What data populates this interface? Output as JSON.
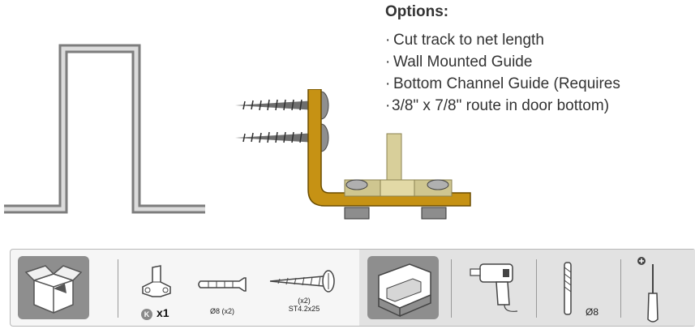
{
  "options": {
    "title": "Options:",
    "items": [
      "Cut track to net length",
      "Wall Mounted Guide",
      "Bottom Channel Guide (Requires",
      "3/8\" x 7/8\" route in door bottom)"
    ]
  },
  "parts": {
    "kit_letter": "K",
    "kit_qty": "x1",
    "anchor_label": "Ø8 (x2)",
    "screw_qty": "(x2)",
    "screw_spec": "ST4.2x25",
    "drill_bit_label": "Ø8"
  },
  "icons": [
    "open-box-icon",
    "floor-guide-icon",
    "wall-anchor-icon",
    "screw-icon",
    "channel-guide-icon",
    "power-drill-icon",
    "drill-bit-icon",
    "screwdriver-icon"
  ],
  "colors": {
    "bracket": "#c69214",
    "guide": "#d8cf9a",
    "metal": "#9a9a9a",
    "tile": "#8e8e8e"
  }
}
